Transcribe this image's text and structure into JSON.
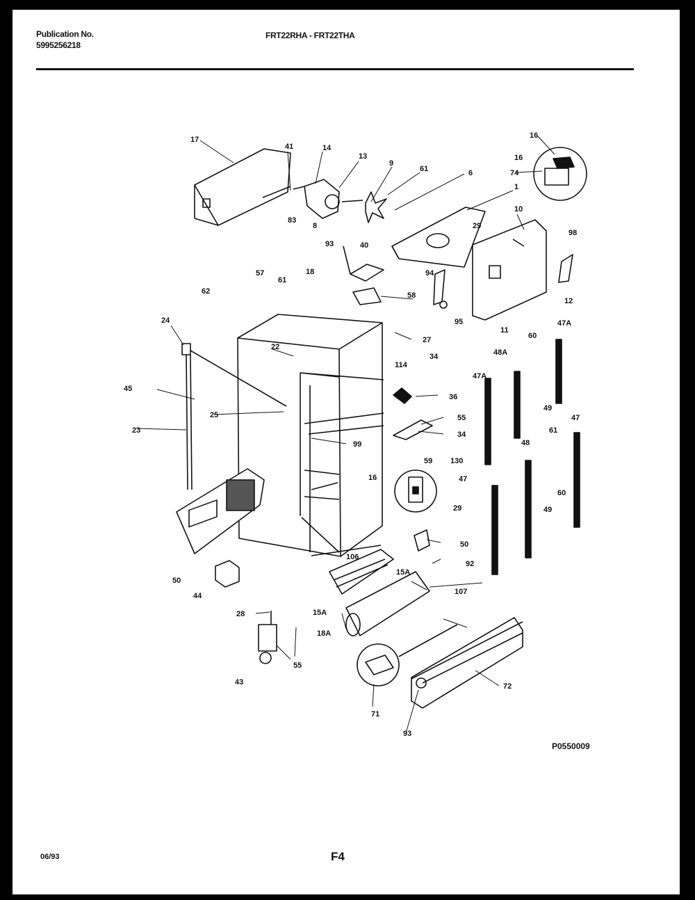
{
  "header": {
    "publication_label": "Publication No.",
    "publication_number": "5995256218",
    "models": "FRT22RHA - FRT22THA"
  },
  "figure_id": "P0550009",
  "footer": {
    "date": "06/93",
    "page": "F4"
  },
  "callouts": {
    "c17": "17",
    "c41a": "41",
    "c14": "14",
    "c13": "13",
    "c9": "9",
    "c61a": "61",
    "c6": "6",
    "c16a": "16",
    "c16b": "16",
    "c74": "74",
    "c1": "1",
    "c10": "10",
    "c29a": "29",
    "c83": "83",
    "c8": "8",
    "c93a": "93",
    "c40": "40",
    "c98": "98",
    "c94": "94",
    "c57": "57",
    "c61b": "61",
    "c18": "18",
    "c62": "62",
    "c58": "58",
    "c12": "12",
    "c95": "95",
    "c11": "11",
    "c27": "27",
    "c24": "24",
    "c22": "22",
    "c47Aa": "47A",
    "c60a": "60",
    "c34a": "34",
    "c114": "114",
    "c45": "45",
    "c36": "36",
    "c48A": "48A",
    "c47Ab": "47A",
    "c49": "49",
    "c25": "25",
    "c23": "23",
    "c99": "99",
    "c55": "55",
    "c34b": "34",
    "c61c": "61",
    "c47a": "47",
    "c59": "59",
    "c130": "130",
    "c48": "48",
    "c16c": "16",
    "c47b": "47",
    "c60b": "60",
    "c29b": "29",
    "c49b": "49",
    "c50": "50",
    "c92": "92",
    "c106": "106",
    "c15Aa": "15A",
    "c107": "107",
    "c50b": "50",
    "c44": "44",
    "c28": "28",
    "c15Ab": "15A",
    "c18A": "18A",
    "c55b": "55",
    "c43": "43",
    "c72": "72",
    "c71": "71",
    "c93b": "93"
  }
}
